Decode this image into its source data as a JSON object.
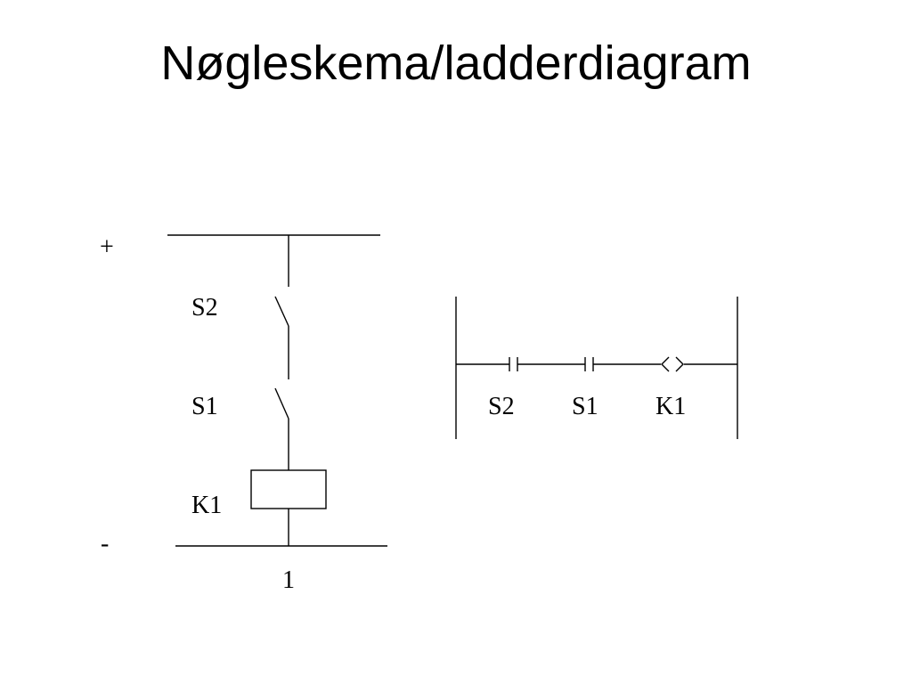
{
  "title": "Nøgleskema/ladderdiagram",
  "circuit": {
    "plus_label": "+",
    "minus_label": "-",
    "switch_top_label": "S2",
    "switch_bottom_label": "S1",
    "coil_label": "K1",
    "line_number": "1"
  },
  "ladder": {
    "contact_1_label": "S2",
    "contact_2_label": "S1",
    "coil_label": "K1"
  }
}
